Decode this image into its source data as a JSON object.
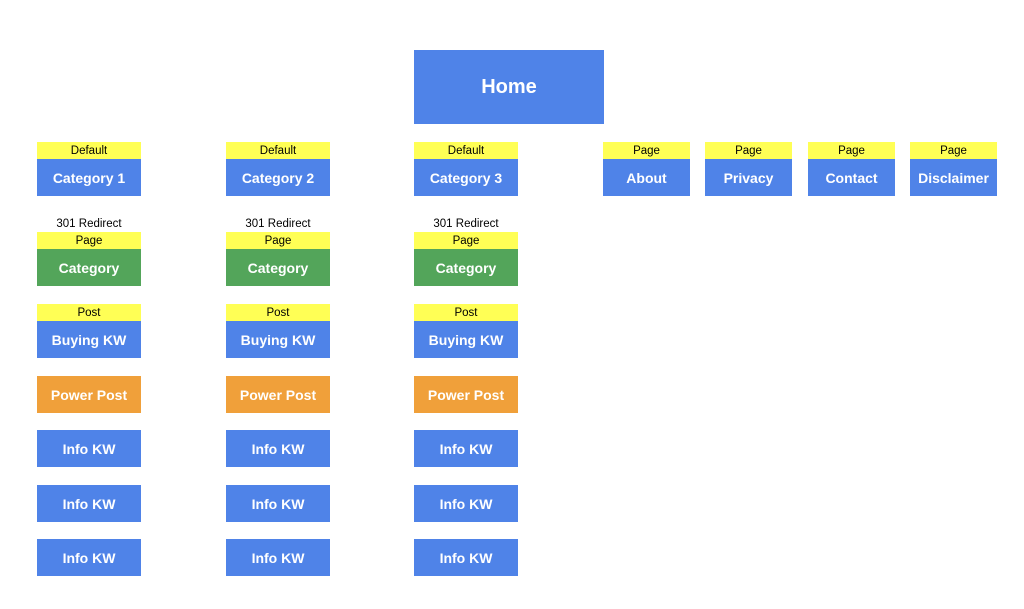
{
  "home": {
    "label": "Home",
    "color": "#4f83e8"
  },
  "colors": {
    "page": "#4f83e8",
    "category_page": "#53a55a",
    "power_post": "#f0a03a",
    "tag": "#ffff55"
  },
  "categories": [
    {
      "tag": "Default",
      "label": "Category 1",
      "redirect_note": "301 Redirect",
      "page_tag": "Page",
      "page_label": "Category",
      "post_tag": "Post",
      "posts": [
        "Buying KW",
        "Power Post",
        "Info KW",
        "Info KW",
        "Info KW"
      ]
    },
    {
      "tag": "Default",
      "label": "Category 2",
      "redirect_note": "301 Redirect",
      "page_tag": "Page",
      "page_label": "Category",
      "post_tag": "Post",
      "posts": [
        "Buying KW",
        "Power Post",
        "Info KW",
        "Info KW",
        "Info KW"
      ]
    },
    {
      "tag": "Default",
      "label": "Category 3",
      "redirect_note": "301 Redirect",
      "page_tag": "Page",
      "page_label": "Category",
      "post_tag": "Post",
      "posts": [
        "Buying KW",
        "Power Post",
        "Info KW",
        "Info KW",
        "Info KW"
      ]
    }
  ],
  "pages": [
    {
      "tag": "Page",
      "label": "About"
    },
    {
      "tag": "Page",
      "label": "Privacy"
    },
    {
      "tag": "Page",
      "label": "Contact"
    },
    {
      "tag": "Page",
      "label": "Disclaimer"
    }
  ]
}
